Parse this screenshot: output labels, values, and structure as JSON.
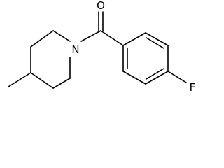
{
  "molecule": {
    "atom_labels": {
      "oxygen": "O",
      "nitrogen": "N",
      "fluorine": "F"
    },
    "colors": {
      "bond": "#000000",
      "label": "#000000",
      "background": "#ffffff"
    }
  }
}
